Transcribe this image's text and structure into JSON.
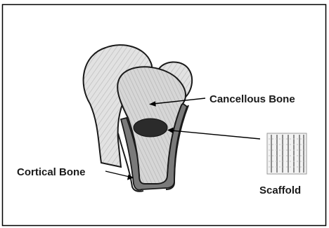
{
  "labels": {
    "cancellous": "Cancellous Bone",
    "cortical": "Cortical Bone",
    "scaffold": "Scaffold"
  },
  "colors": {
    "frame": "#000000",
    "bone_fill": "#dcdcdc",
    "cortical_shade": "#7a7a7a",
    "defect_fill": "#2b2b2b",
    "scaffold_light": "#ececec",
    "scaffold_dark": "#8c8c8c"
  },
  "icons": [
    "bone-illustration",
    "scaffold-icon",
    "defect-ellipse"
  ]
}
